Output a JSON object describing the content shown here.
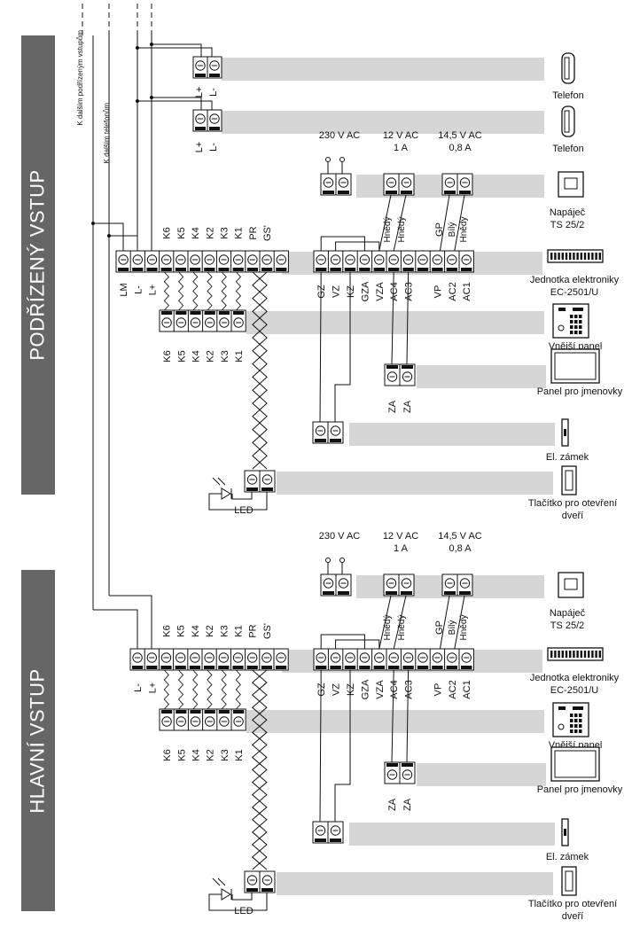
{
  "side": {
    "secondary": "PODŘÍZENÝ VSTUP",
    "main": "HLAVNÍ VSTUP"
  },
  "leads": {
    "to_sub_entrances": "K dalším podřízeným vstupům",
    "to_phones": "K dalším telefonům"
  },
  "devices": {
    "phone": "Telefon",
    "psu_line1": "Napáječ",
    "psu_line2": "TS 25/2",
    "electronics_line1": "Jednotka elektroniky",
    "electronics_line2": "EC-2501/U",
    "outer_panel": "Vnější panel",
    "name_panel": "Panel pro jmenovky",
    "lock": "El. zámek",
    "button_line1": "Tlačítko pro otevření",
    "button_line2": "dveří",
    "led": "LED"
  },
  "supply": {
    "v230": "230 V AC",
    "v12": "12 V AC",
    "a1": "1 A",
    "v145": "14,5 V AC",
    "a08": "0,8 A"
  },
  "wires": {
    "brown": "Hnědý",
    "white": "Bílý"
  },
  "terms": {
    "phone": [
      "L+",
      "L-"
    ],
    "main_top": [
      "K6",
      "K5",
      "K4",
      "K2",
      "K3",
      "K1",
      "PR",
      "GS'"
    ],
    "main_bottom_sec": [
      "LM",
      "L-",
      "L+"
    ],
    "main_bottom_main": [
      "L-",
      "L+"
    ],
    "panel_keys": [
      "K6",
      "K5",
      "K4",
      "K2",
      "K3",
      "K1"
    ],
    "ec_top": [
      "GP"
    ],
    "ec_bottom": [
      "GZ",
      "VZ",
      "KZ",
      "GZA",
      "VZA",
      "AC4",
      "AC3",
      "VP",
      "AC2",
      "AC1"
    ],
    "za": [
      "ZA",
      "ZA"
    ]
  }
}
